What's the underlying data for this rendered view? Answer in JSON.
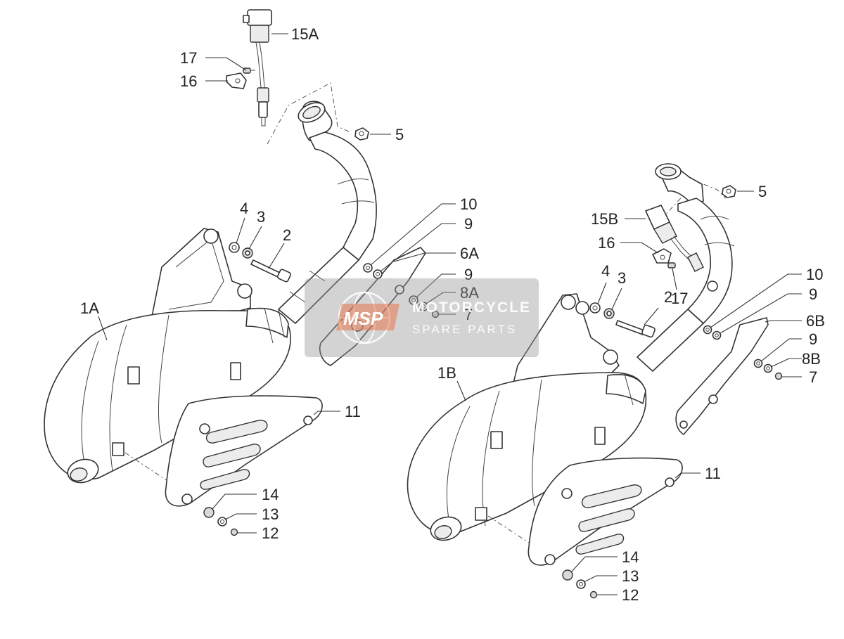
{
  "callouts": {
    "c15A": "15A",
    "c17a": "17",
    "c16a": "16",
    "c5a": "5",
    "c4a": "4",
    "c3a": "3",
    "c2a": "2",
    "c10a": "10",
    "c9a": "9",
    "c6A": "6A",
    "c9b": "9",
    "c8A": "8A",
    "c7a": "7",
    "c1A": "1A",
    "c11a": "11",
    "c14a": "14",
    "c13a": "13",
    "c12a": "12",
    "c5b": "5",
    "c15B": "15B",
    "c16b": "16",
    "c4b": "4",
    "c3b": "3",
    "c2b": "2",
    "c17b": "17",
    "c10b": "10",
    "c9c": "9",
    "c6B": "6B",
    "c9d": "9",
    "c8B": "8B",
    "c7b": "7",
    "c1B": "1B",
    "c11b": "11",
    "c14b": "14",
    "c13b": "13",
    "c12b": "12"
  },
  "watermark": {
    "logo": "MSP",
    "line1": "MOTORCYCLE",
    "line2": "SPARE PARTS"
  }
}
